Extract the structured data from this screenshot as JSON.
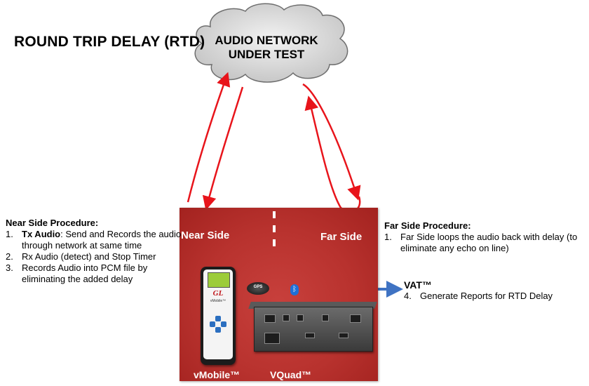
{
  "title": "ROUND TRIP DELAY (RTD)",
  "cloud": {
    "line1": "AUDIO NETWORK",
    "line2": "UNDER TEST"
  },
  "box": {
    "near_label": "Near Side",
    "far_label": "Far Side",
    "devices": {
      "vmobile_label": "vMobile™",
      "vquad_label": "VQuad™",
      "vmobile_logo": "GL",
      "vmobile_name": "vMobile™",
      "gps_label": "GPS",
      "bluetooth_glyph": "ᛒ"
    }
  },
  "near_procedure": {
    "heading": "Near Side Procedure:",
    "steps": [
      {
        "num": "1.",
        "bold": "Tx Audio",
        "text": ": Send and Records the audio through network at same time"
      },
      {
        "num": "2.",
        "bold": "",
        "text": "Rx Audio (detect) and Stop Timer"
      },
      {
        "num": "3.",
        "bold": "",
        "text": "Records Audio into PCM file by eliminating the added delay"
      }
    ]
  },
  "far_procedure": {
    "heading": "Far Side Procedure:",
    "steps": [
      {
        "num": "1.",
        "text": "Far Side loops the audio back with delay (to eliminate any echo on line)"
      }
    ]
  },
  "vat": {
    "title": "VAT™",
    "steps": [
      {
        "num": "4.",
        "text": "Generate Reports for RTD Delay"
      }
    ]
  },
  "colors": {
    "arrow_red": "#e8141b",
    "box_red": "#b8322e",
    "vat_arrow_blue": "#3f73c3",
    "cloud_fill": "#d6d6d6"
  }
}
